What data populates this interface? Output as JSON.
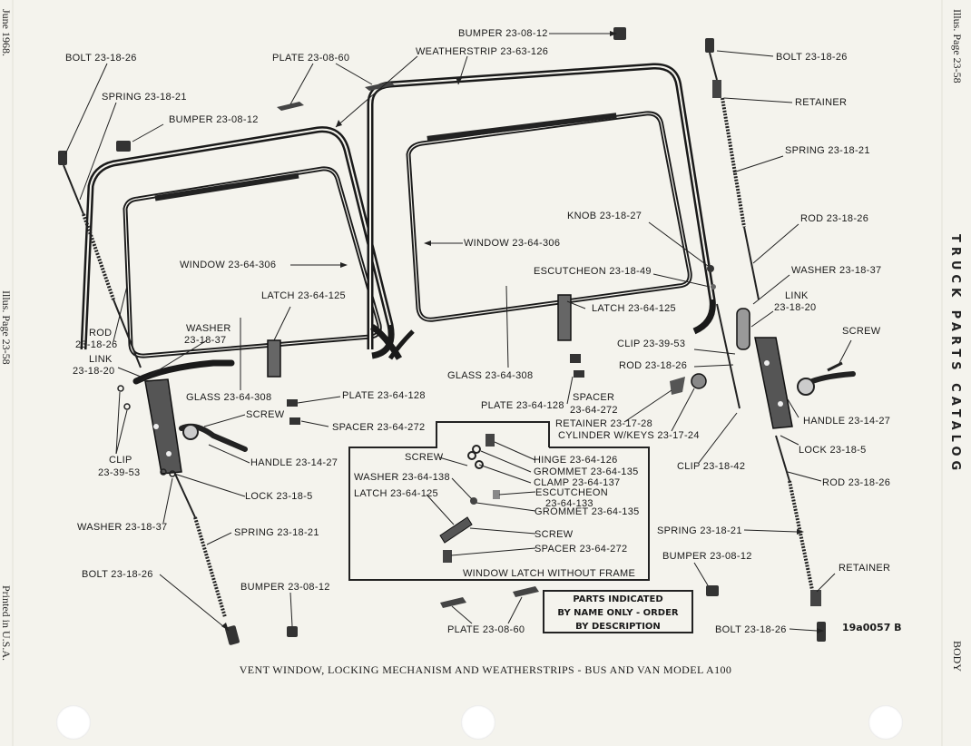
{
  "margin": {
    "left_top": "June 1968.",
    "left_mid": "Illus. Page 23-58",
    "left_bottom": "Printed in U.S.A.",
    "right_top": "Illus. Page 23-58",
    "right_mid": "TRUCK PARTS CATALOG",
    "right_bottom": "BODY"
  },
  "caption": "VENT WINDOW, LOCKING MECHANISM AND WEATHERSTRIPS - BUS AND VAN MODEL A100",
  "figure_id": "19a0057 B",
  "note_lines": [
    "PARTS INDICATED",
    "BY NAME ONLY - ORDER",
    "BY DESCRIPTION"
  ],
  "inset_title": "WINDOW LATCH WITHOUT FRAME",
  "labels": {
    "bolt_l": "BOLT 23-18-26",
    "spring_l": "SPRING 23-18-21",
    "bumper_l": "BUMPER 23-08-12",
    "plate_top": "PLATE 23-08-60",
    "weatherstrip": "WEATHERSTRIP 23-63-126",
    "bumper_top": "BUMPER 23-08-12",
    "bolt_r": "BOLT 23-18-26",
    "retainer_r": "RETAINER",
    "spring_r": "SPRING 23-18-21",
    "rod_r": "ROD 23-18-26",
    "washer_r": "WASHER 23-18-37",
    "link_r1": "LINK",
    "link_r2": "23-18-20",
    "screw_r": "SCREW",
    "clip_r": "CLIP 23-39-53",
    "rod_r2": "ROD 23-18-26",
    "handle_r": "HANDLE 23-14-27",
    "lock_r": "LOCK 23-18-5",
    "clip_r2": "CLIP 23-18-42",
    "rod_r3": "ROD 23-18-26",
    "spring_r2": "SPRING 23-18-21",
    "bumper_r2": "BUMPER 23-08-12",
    "retainer_r2": "RETAINER",
    "bolt_r2": "BOLT 23-18-26",
    "knob": "KNOB 23-18-27",
    "escutcheon": "ESCUTCHEON 23-18-49",
    "latch_r": "LATCH 23-64-125",
    "window_r": "WINDOW 23-64-306",
    "glass_r": "GLASS 23-64-308",
    "plate_r": "PLATE 23-64-128",
    "spacer_r1": "SPACER",
    "spacer_r2": "23-64-272",
    "retainer_mid": "RETAINER 23-17-28",
    "cylinder": "CYLINDER W/KEYS 23-17-24",
    "window_l": "WINDOW 23-64-306",
    "latch_l": "LATCH 23-64-125",
    "washer_l1": "WASHER",
    "washer_l2": "23-18-37",
    "rod_l1": "ROD",
    "rod_l2": "23-18-26",
    "link_l1": "LINK",
    "link_l2": "23-18-20",
    "glass_l": "GLASS 23-64-308",
    "plate_l": "PLATE 23-64-128",
    "screw_l": "SCREW",
    "spacer_l": "SPACER 23-64-272",
    "clip_l1": "CLIP",
    "clip_l2": "23-39-53",
    "handle_l": "HANDLE 23-14-27",
    "lock_l": "LOCK 23-18-5",
    "washer_l": "WASHER 23-18-37",
    "spring_l2": "SPRING 23-18-21",
    "bolt_l2": "BOLT 23-18-26",
    "bumper_l2": "BUMPER 23-08-12",
    "plate_bottom": "PLATE 23-08-60",
    "in_screw": "SCREW",
    "in_hinge": "HINGE 23-64-126",
    "in_grommet1": "GROMMET 23-64-135",
    "in_clamp": "CLAMP 23-64-137",
    "in_washer": "WASHER 23-64-138",
    "in_escutcheon1": "ESCUTCHEON",
    "in_escutcheon2": "23-64-133",
    "in_latch": "LATCH 23-64-125",
    "in_grommet2": "GROMMET 23-64-135",
    "in_screw2": "SCREW",
    "in_spacer": "SPACER 23-64-272"
  }
}
